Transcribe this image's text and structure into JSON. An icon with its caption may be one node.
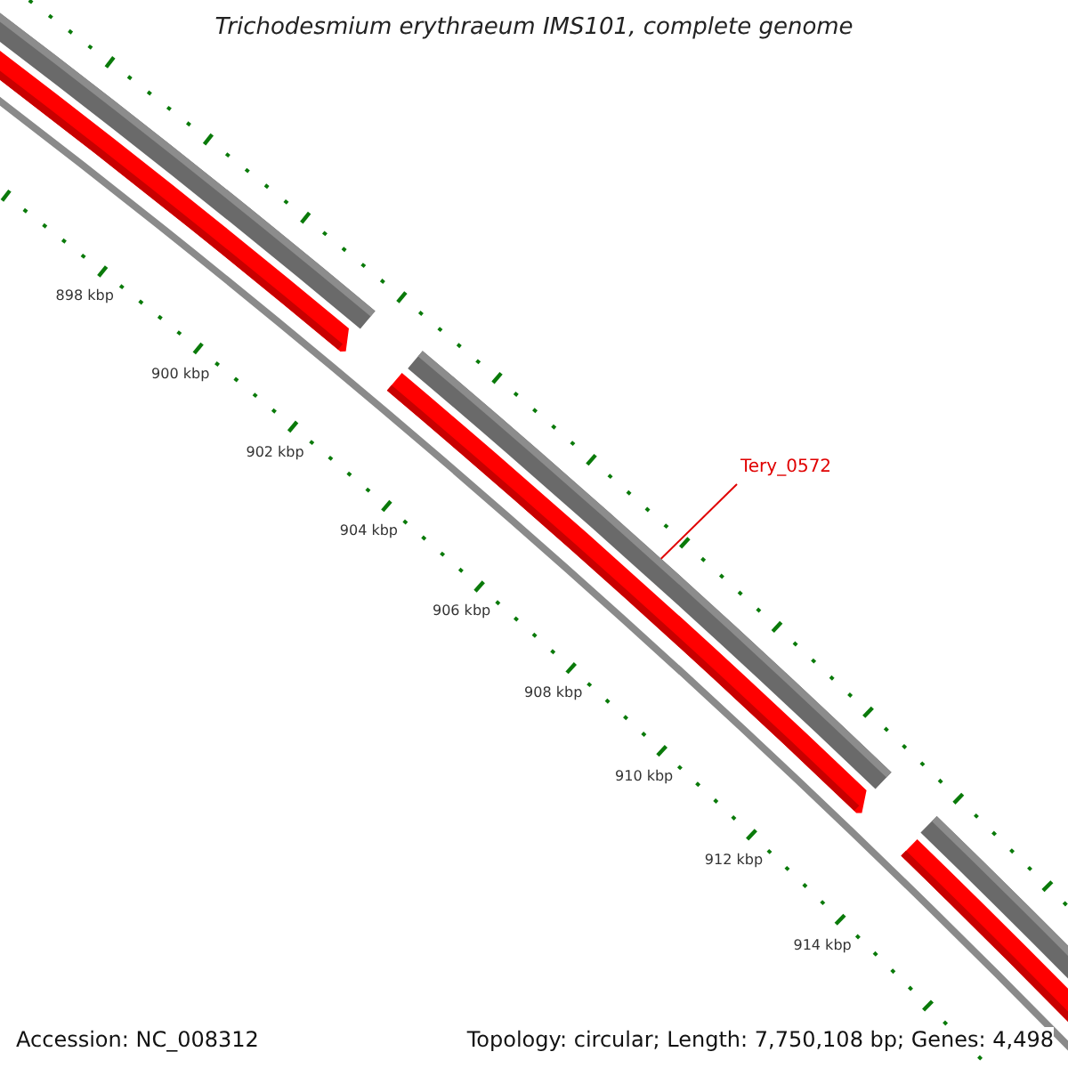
{
  "diagram": {
    "title": "Trichodesmium erythraeum IMS101, complete genome",
    "nodes": [
      {
        "text": [
          "Tery_0572"
        ]
      },
      {
        "text": [],
        "shape": "bar"
      }
    ],
    "edges": [
      {
        "from": 0,
        "to": 1,
        "arrow": "none"
      }
    ],
    "labels": [
      "898 kbp",
      "900 kbp",
      "902 kbp",
      "904 kbp",
      "906 kbp",
      "908 kbp",
      "910 kbp",
      "912 kbp",
      "914 kbp",
      "Accession: NC_008312",
      "Topology: circular; Length: 7,750,108 bp; Genes: 4,498"
    ]
  }
}
